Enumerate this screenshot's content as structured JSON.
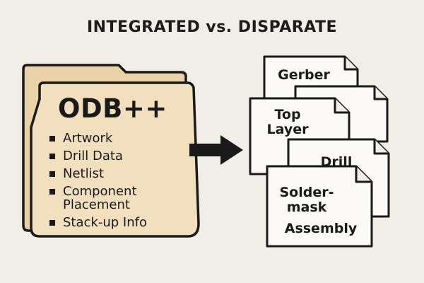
{
  "title": "INTEGRATED vs. DISPARATE",
  "folder": {
    "title": "ODB++",
    "items": [
      "Artwork",
      "Drill Data",
      "Netlist",
      "Component Placement",
      "Stack-up Info"
    ]
  },
  "files": {
    "gerber": "Gerber",
    "top_layer": "Top Layer",
    "drill": "Drill",
    "soldermask": "Solder-mask",
    "assembly": "Assembly"
  },
  "colors": {
    "background": "#f0eee6",
    "folder_fill": "#f2dfbe",
    "folder_back": "#e9d2a8",
    "outline": "#1a1a1a",
    "file_fill": "#fbfaf6"
  }
}
